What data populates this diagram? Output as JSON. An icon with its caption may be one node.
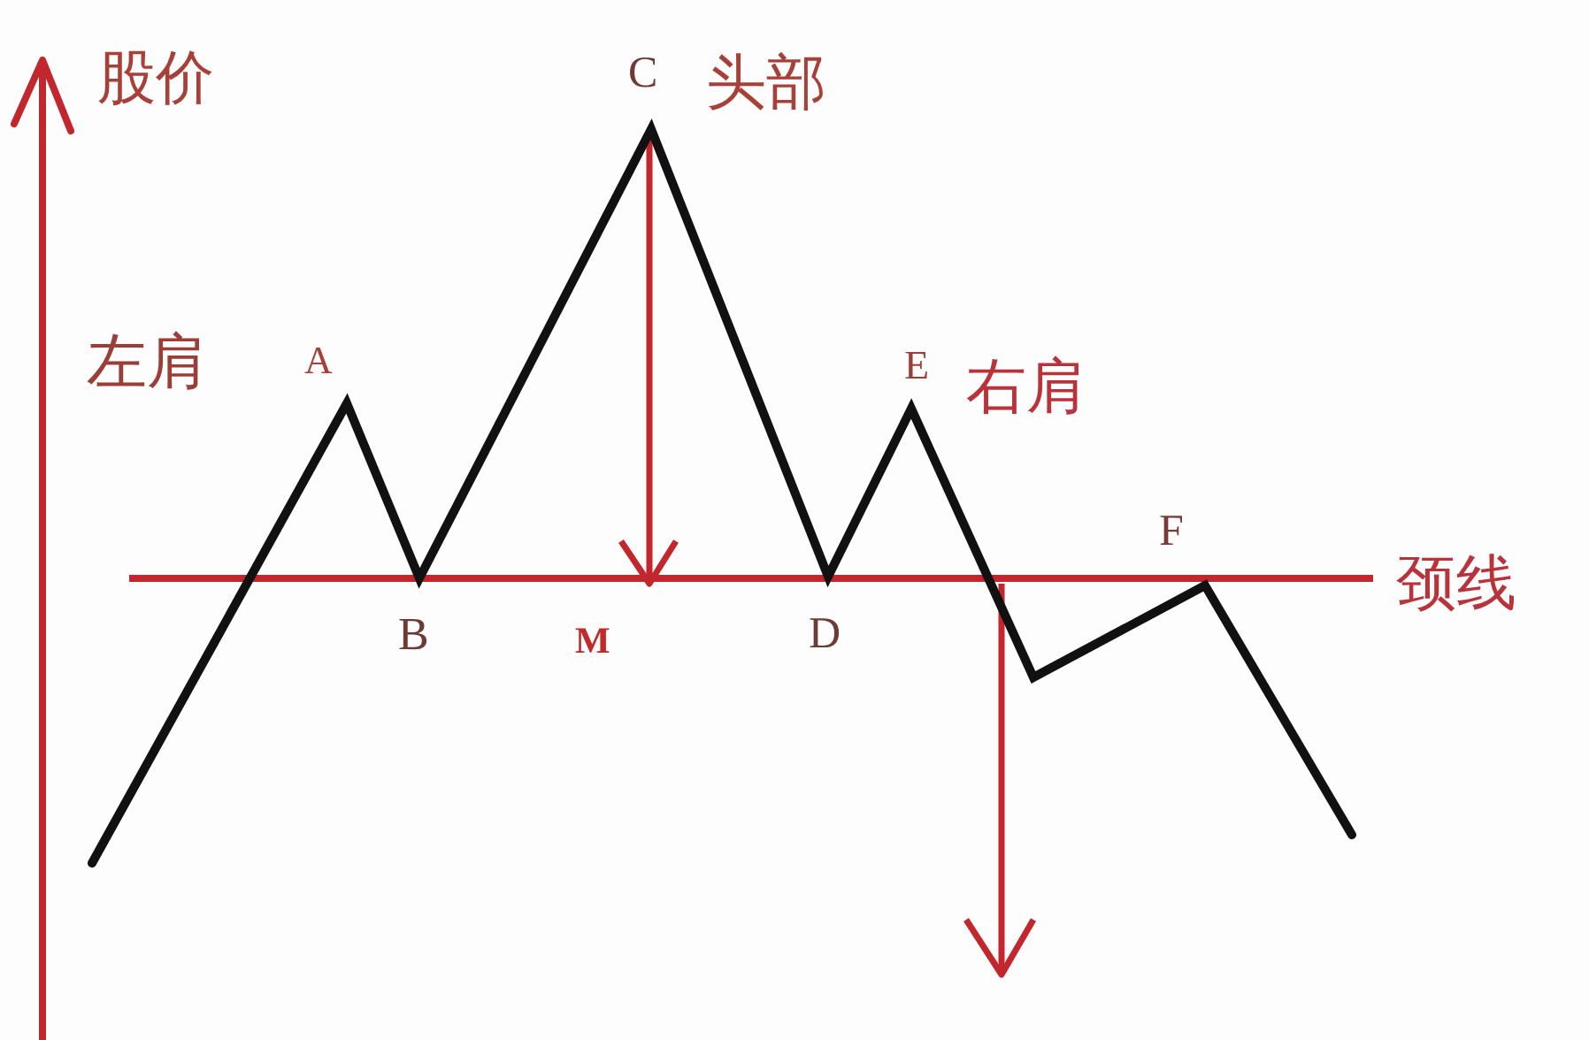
{
  "diagram": {
    "labels": [
      "股价",
      "C",
      "头部",
      "左肩",
      "A",
      "E",
      "右肩",
      "F",
      "颈线",
      "B",
      "M",
      "D"
    ]
  }
}
